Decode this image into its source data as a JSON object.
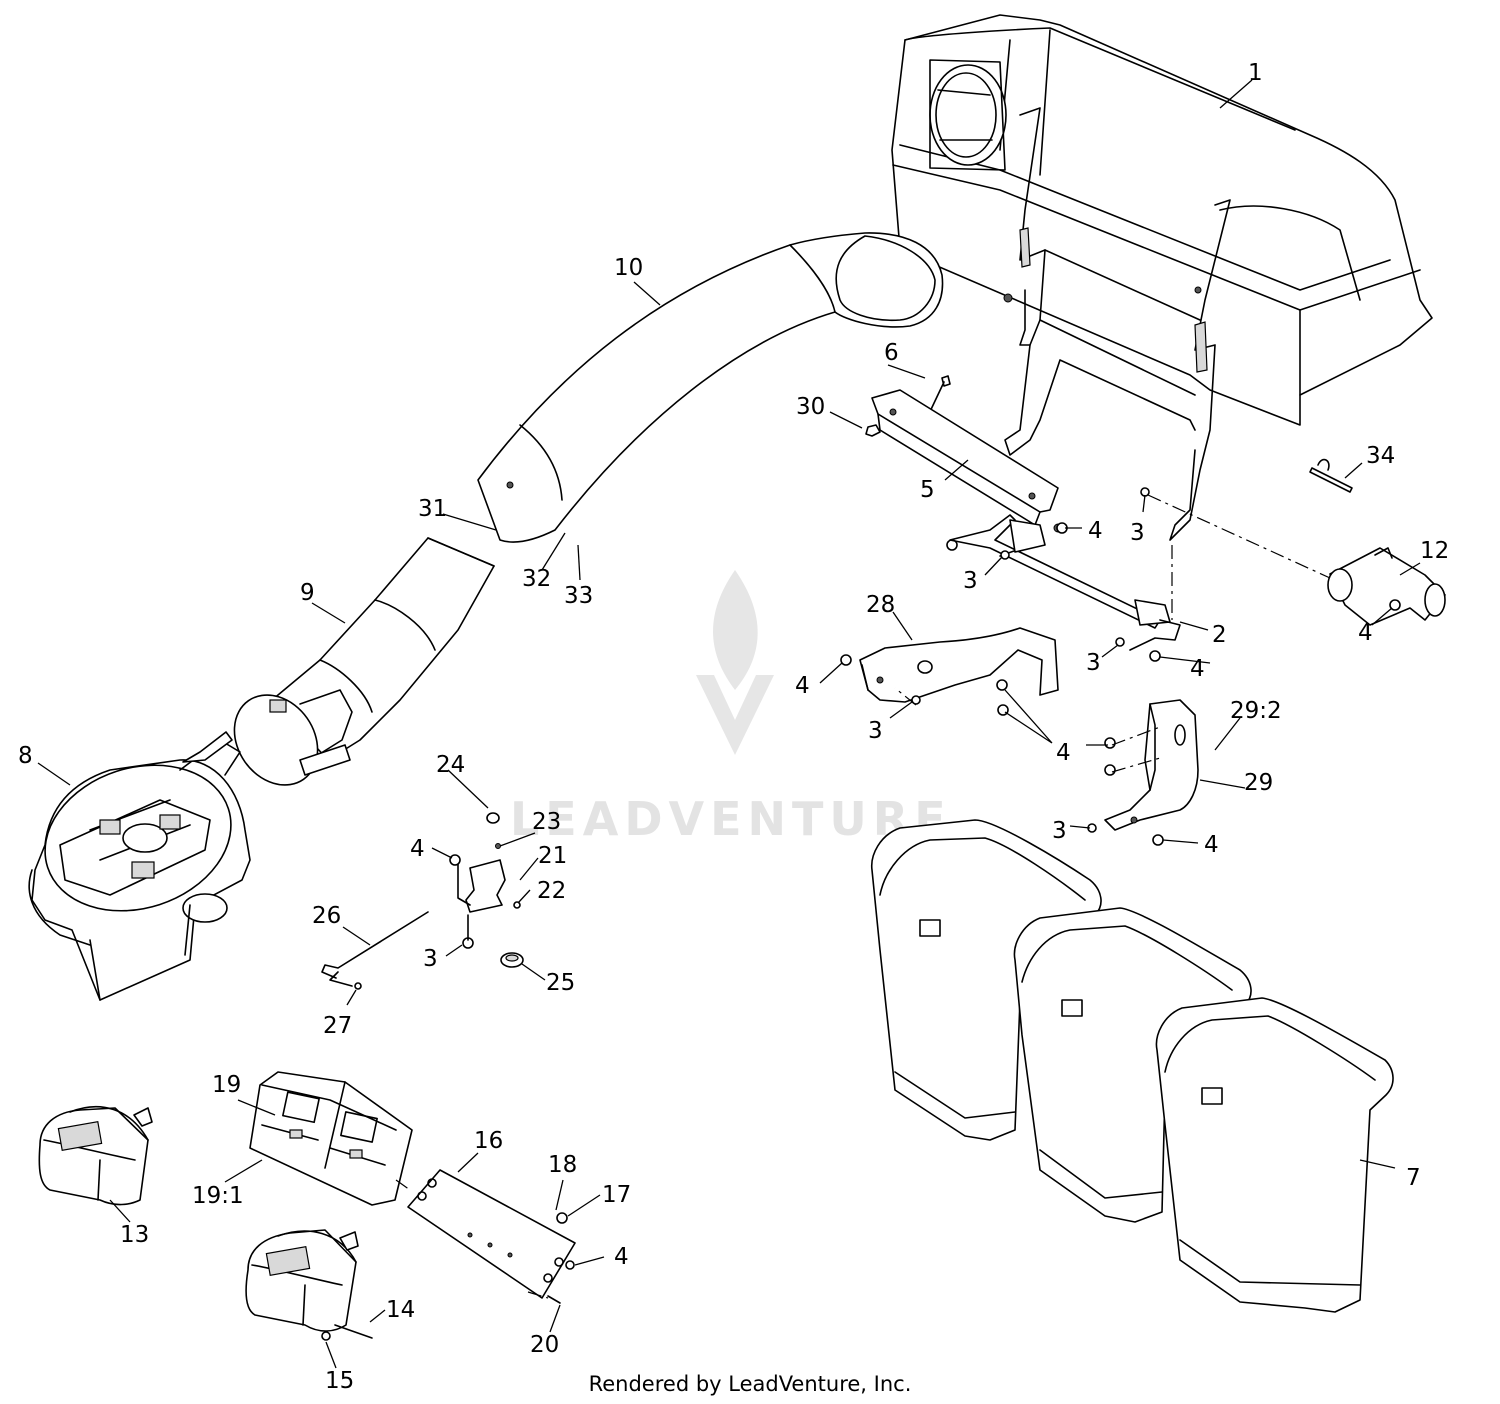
{
  "watermark": {
    "text": "LEADVENTURE",
    "logo": "leadventure-flame-logo"
  },
  "footer": {
    "text": "Rendered by LeadVenture, Inc."
  },
  "callouts": [
    {
      "id": "c1",
      "label": "1"
    },
    {
      "id": "c2",
      "label": "2"
    },
    {
      "id": "c3a",
      "label": "3"
    },
    {
      "id": "c3b",
      "label": "3"
    },
    {
      "id": "c3c",
      "label": "3"
    },
    {
      "id": "c3d",
      "label": "3"
    },
    {
      "id": "c3e",
      "label": "3"
    },
    {
      "id": "c3f",
      "label": "3"
    },
    {
      "id": "c4a",
      "label": "4"
    },
    {
      "id": "c4b",
      "label": "4"
    },
    {
      "id": "c4c",
      "label": "4"
    },
    {
      "id": "c4d",
      "label": "4"
    },
    {
      "id": "c4e",
      "label": "4"
    },
    {
      "id": "c4f",
      "label": "4"
    },
    {
      "id": "c4g",
      "label": "4"
    },
    {
      "id": "c4h",
      "label": "4"
    },
    {
      "id": "c5",
      "label": "5"
    },
    {
      "id": "c6",
      "label": "6"
    },
    {
      "id": "c7",
      "label": "7"
    },
    {
      "id": "c8",
      "label": "8"
    },
    {
      "id": "c9",
      "label": "9"
    },
    {
      "id": "c10",
      "label": "10"
    },
    {
      "id": "c12",
      "label": "12"
    },
    {
      "id": "c13",
      "label": "13"
    },
    {
      "id": "c14",
      "label": "14"
    },
    {
      "id": "c15",
      "label": "15"
    },
    {
      "id": "c16",
      "label": "16"
    },
    {
      "id": "c17",
      "label": "17"
    },
    {
      "id": "c18",
      "label": "18"
    },
    {
      "id": "c19",
      "label": "19"
    },
    {
      "id": "c19_1",
      "label": "19:1"
    },
    {
      "id": "c20",
      "label": "20"
    },
    {
      "id": "c21",
      "label": "21"
    },
    {
      "id": "c22",
      "label": "22"
    },
    {
      "id": "c23",
      "label": "23"
    },
    {
      "id": "c24",
      "label": "24"
    },
    {
      "id": "c25",
      "label": "25"
    },
    {
      "id": "c26",
      "label": "26"
    },
    {
      "id": "c27",
      "label": "27"
    },
    {
      "id": "c28",
      "label": "28"
    },
    {
      "id": "c29",
      "label": "29"
    },
    {
      "id": "c29_2",
      "label": "29:2"
    },
    {
      "id": "c30",
      "label": "30"
    },
    {
      "id": "c31",
      "label": "31"
    },
    {
      "id": "c32",
      "label": "32"
    },
    {
      "id": "c33",
      "label": "33"
    },
    {
      "id": "c34",
      "label": "34"
    }
  ]
}
